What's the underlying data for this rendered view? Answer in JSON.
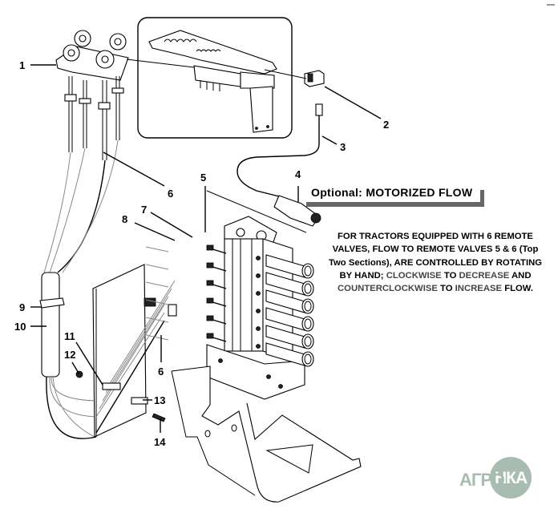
{
  "diagram": {
    "title": "Remote Valve Control Assembly",
    "callouts": [
      {
        "id": "1",
        "label": "1"
      },
      {
        "id": "2",
        "label": "2"
      },
      {
        "id": "3",
        "label": "3"
      },
      {
        "id": "4",
        "label": "4"
      },
      {
        "id": "5",
        "label": "5"
      },
      {
        "id": "6a",
        "label": "6"
      },
      {
        "id": "6b",
        "label": "6"
      },
      {
        "id": "7",
        "label": "7"
      },
      {
        "id": "8",
        "label": "8"
      },
      {
        "id": "9",
        "label": "9"
      },
      {
        "id": "10",
        "label": "10"
      },
      {
        "id": "11",
        "label": "11"
      },
      {
        "id": "12",
        "label": "12"
      },
      {
        "id": "13",
        "label": "13"
      },
      {
        "id": "14",
        "label": "14"
      }
    ],
    "optional_label": "Optional:  MOTORIZED  FLOW",
    "note": {
      "part1": "FOR TRACTORS EQUIPPED WITH 6 REMOTE VALVES,  FLOW TO REMOTE VALVES 5 & 6 (Top Two Sections), ARE CONTROLLED BY ROTATING BY HAND; ",
      "clockwise": "CLOCKWISE",
      "to1": " TO ",
      "decrease": "DECREASE",
      "and": "  AND  ",
      "counterclockwise": "COUNTERCLOCKWISE",
      "to2": " TO ",
      "increase": "INCREASE",
      "flow": " FLOW."
    },
    "watermark": {
      "text": "АГРО",
      "circle_text": "НКА",
      "color": "#a9bcb2"
    }
  }
}
